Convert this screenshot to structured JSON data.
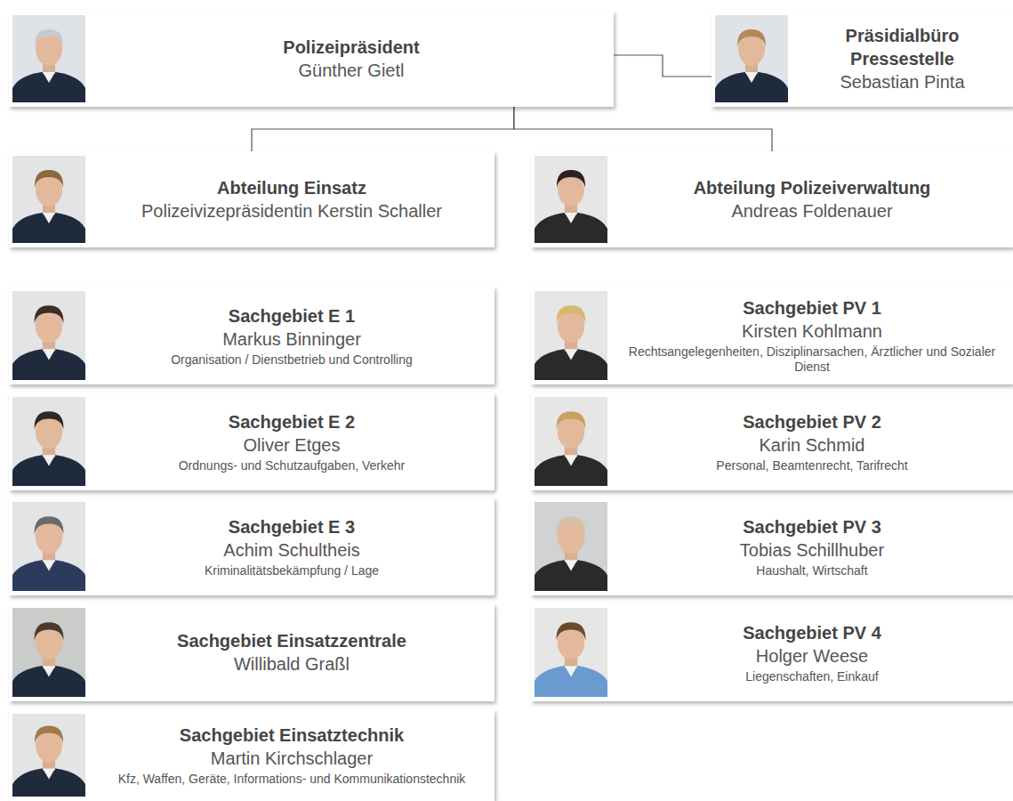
{
  "diagram": {
    "nodes": [
      {
        "text": [
          "Polizeipräsident",
          "Günther Gietl"
        ]
      },
      {
        "text": [
          "Präsidialbüro Pressestelle",
          "Sebastian Pinta"
        ]
      },
      {
        "text": [
          "Abteilung Einsatz",
          "Polizeivizepräsidentin Kerstin Schaller"
        ]
      },
      {
        "text": [
          "Abteilung Polizeiverwaltung",
          "Andreas Foldenauer"
        ]
      },
      {
        "text": [
          "Sachgebiet E 1",
          "Markus Binninger",
          "Organisation / Dienstbetrieb und Controlling"
        ]
      },
      {
        "text": [
          "Sachgebiet E 2",
          "Oliver Etges",
          "Ordnungs- und Schutzaufgaben, Verkehr"
        ]
      },
      {
        "text": [
          "Sachgebiet E 3",
          "Achim Schultheis",
          "Kriminalitätsbekämpfung / Lage"
        ]
      },
      {
        "text": [
          "Sachgebiet Einsatzzentrale",
          "Willibald Graßl"
        ]
      },
      {
        "text": [
          "Sachgebiet Einsatztechnik",
          "Martin Kirchschlager",
          "Kfz, Waffen, Geräte, Informations- und Kommunikationstechnik"
        ]
      },
      {
        "text": [
          "Sachgebiet PV 1",
          "Kirsten Kohlmann",
          "Rechtsangelegenheiten, Disziplinarsachen, Ärztlicher und Sozialer Dienst"
        ]
      },
      {
        "text": [
          "Sachgebiet PV 2",
          "Karin Schmid",
          "Personal, Beamtenrecht, Tarifrecht"
        ]
      },
      {
        "text": [
          "Sachgebiet PV 3",
          "Tobias Schillhuber",
          "Haushalt, Wirtschaft"
        ]
      },
      {
        "text": [
          "Sachgebiet PV 4",
          "Holger Weese",
          "Liegenschaften, Einkauf"
        ]
      }
    ],
    "edges": [
      {
        "from": 0,
        "to": 1,
        "arrow": "none"
      },
      {
        "from": 0,
        "to": 2,
        "arrow": "none"
      },
      {
        "from": 0,
        "to": 3,
        "arrow": "none"
      }
    ]
  }
}
